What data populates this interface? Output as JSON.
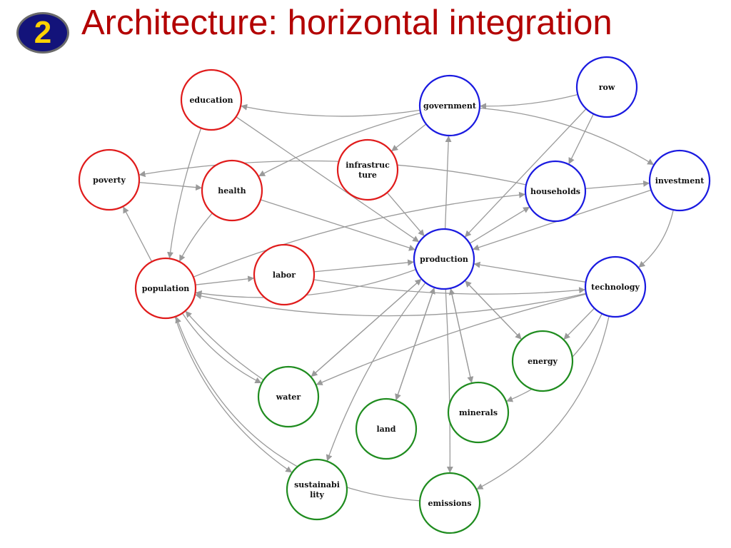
{
  "header": {
    "badge_number": "2",
    "title": "Architecture: horizontal integration"
  },
  "colors": {
    "title": "#b30000",
    "badge_fill": "#13137a",
    "badge_text": "#ffd200",
    "social": "#e01b1b",
    "economic": "#1a1ae0",
    "environmental": "#1f8c1f",
    "edge": "#9a9a9a"
  },
  "nodes": [
    {
      "id": "education",
      "label": [
        "education"
      ],
      "group": "social"
    },
    {
      "id": "government",
      "label": [
        "government"
      ],
      "group": "economic"
    },
    {
      "id": "row",
      "label": [
        "row"
      ],
      "group": "economic"
    },
    {
      "id": "poverty",
      "label": [
        "poverty"
      ],
      "group": "social"
    },
    {
      "id": "health",
      "label": [
        "health"
      ],
      "group": "social"
    },
    {
      "id": "infrastructure",
      "label": [
        "infrastruc",
        "ture"
      ],
      "group": "social"
    },
    {
      "id": "households",
      "label": [
        "households"
      ],
      "group": "economic"
    },
    {
      "id": "investment",
      "label": [
        "investment"
      ],
      "group": "economic"
    },
    {
      "id": "production",
      "label": [
        "production"
      ],
      "group": "economic"
    },
    {
      "id": "population",
      "label": [
        "population"
      ],
      "group": "social"
    },
    {
      "id": "labor",
      "label": [
        "labor"
      ],
      "group": "social"
    },
    {
      "id": "technology",
      "label": [
        "technology"
      ],
      "group": "economic"
    },
    {
      "id": "energy",
      "label": [
        "energy"
      ],
      "group": "environmental"
    },
    {
      "id": "water",
      "label": [
        "water"
      ],
      "group": "environmental"
    },
    {
      "id": "land",
      "label": [
        "land"
      ],
      "group": "environmental"
    },
    {
      "id": "minerals",
      "label": [
        "minerals"
      ],
      "group": "environmental"
    },
    {
      "id": "sustainability",
      "label": [
        "sustainabi",
        "lity"
      ],
      "group": "environmental"
    },
    {
      "id": "emissions",
      "label": [
        "emissions"
      ],
      "group": "environmental"
    }
  ],
  "edges": [
    {
      "from": "government",
      "to": "education"
    },
    {
      "from": "government",
      "to": "health"
    },
    {
      "from": "government",
      "to": "infrastructure"
    },
    {
      "from": "government",
      "to": "investment"
    },
    {
      "from": "row",
      "to": "government"
    },
    {
      "from": "row",
      "to": "households"
    },
    {
      "from": "row",
      "to": "production"
    },
    {
      "from": "education",
      "to": "population"
    },
    {
      "from": "education",
      "to": "production"
    },
    {
      "from": "households",
      "to": "poverty"
    },
    {
      "from": "poverty",
      "to": "health"
    },
    {
      "from": "health",
      "to": "population"
    },
    {
      "from": "health",
      "to": "production"
    },
    {
      "from": "infrastructure",
      "to": "production"
    },
    {
      "from": "households",
      "to": "investment"
    },
    {
      "from": "investment",
      "to": "production"
    },
    {
      "from": "investment",
      "to": "technology"
    },
    {
      "from": "production",
      "to": "government"
    },
    {
      "from": "production",
      "to": "households"
    },
    {
      "from": "population",
      "to": "poverty"
    },
    {
      "from": "population",
      "to": "labor"
    },
    {
      "from": "population",
      "to": "households"
    },
    {
      "from": "labor",
      "to": "production"
    },
    {
      "from": "labor",
      "to": "technology"
    },
    {
      "from": "production",
      "to": "population"
    },
    {
      "from": "technology",
      "to": "production"
    },
    {
      "from": "technology",
      "to": "population"
    },
    {
      "from": "technology",
      "to": "energy"
    },
    {
      "from": "technology",
      "to": "minerals"
    },
    {
      "from": "technology",
      "to": "water"
    },
    {
      "from": "technology",
      "to": "emissions"
    },
    {
      "from": "production",
      "to": "energy"
    },
    {
      "from": "energy",
      "to": "production"
    },
    {
      "from": "production",
      "to": "minerals"
    },
    {
      "from": "minerals",
      "to": "production"
    },
    {
      "from": "production",
      "to": "water"
    },
    {
      "from": "water",
      "to": "production"
    },
    {
      "from": "production",
      "to": "land"
    },
    {
      "from": "land",
      "to": "production"
    },
    {
      "from": "production",
      "to": "sustainability"
    },
    {
      "from": "production",
      "to": "emissions"
    },
    {
      "from": "population",
      "to": "water"
    },
    {
      "from": "water",
      "to": "population"
    },
    {
      "from": "population",
      "to": "sustainability"
    },
    {
      "from": "emissions",
      "to": "population"
    }
  ]
}
